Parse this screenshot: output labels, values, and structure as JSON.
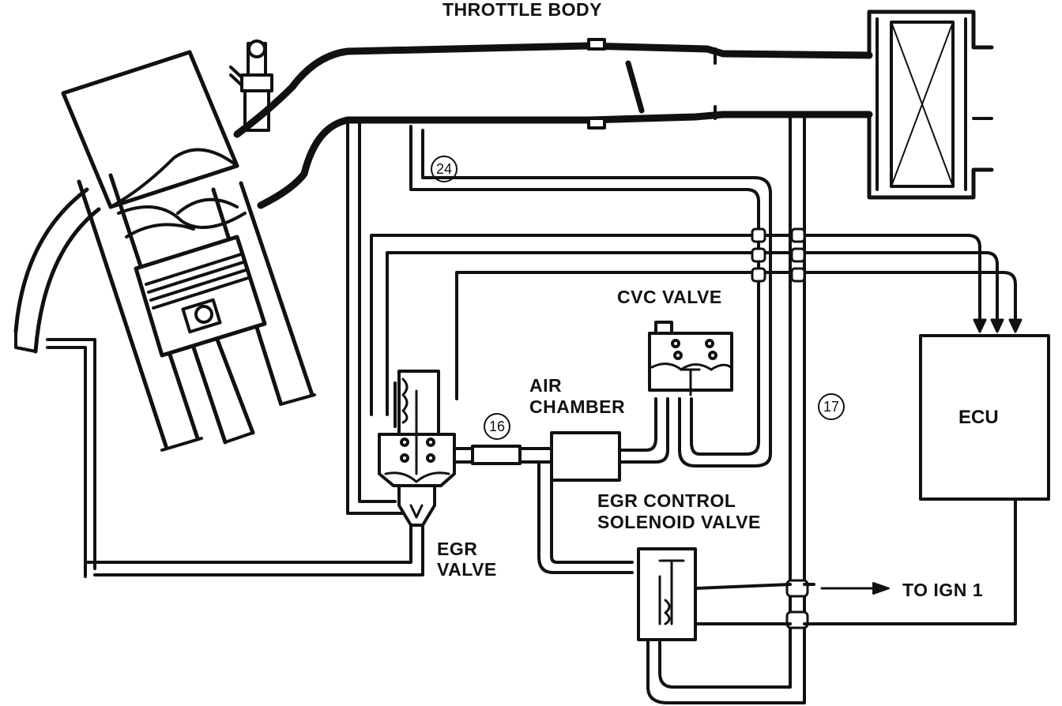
{
  "labels": {
    "throttle_body": "THROTTLE BODY",
    "cvc_valve": "CVC VALVE",
    "air_chamber_line1": "AIR",
    "air_chamber_line2": "CHAMBER",
    "egr_control_line1": "EGR CONTROL",
    "egr_control_line2": "SOLENOID VALVE",
    "egr_valve_line1": "EGR",
    "egr_valve_line2": "VALVE",
    "to_ign": "TO IGN 1",
    "ecu": "ECU"
  },
  "hose_numbers": {
    "hose_24": "24",
    "hose_16": "16",
    "hose_17": "17"
  },
  "colors": {
    "ink": "#111111",
    "paper": "#ffffff"
  }
}
